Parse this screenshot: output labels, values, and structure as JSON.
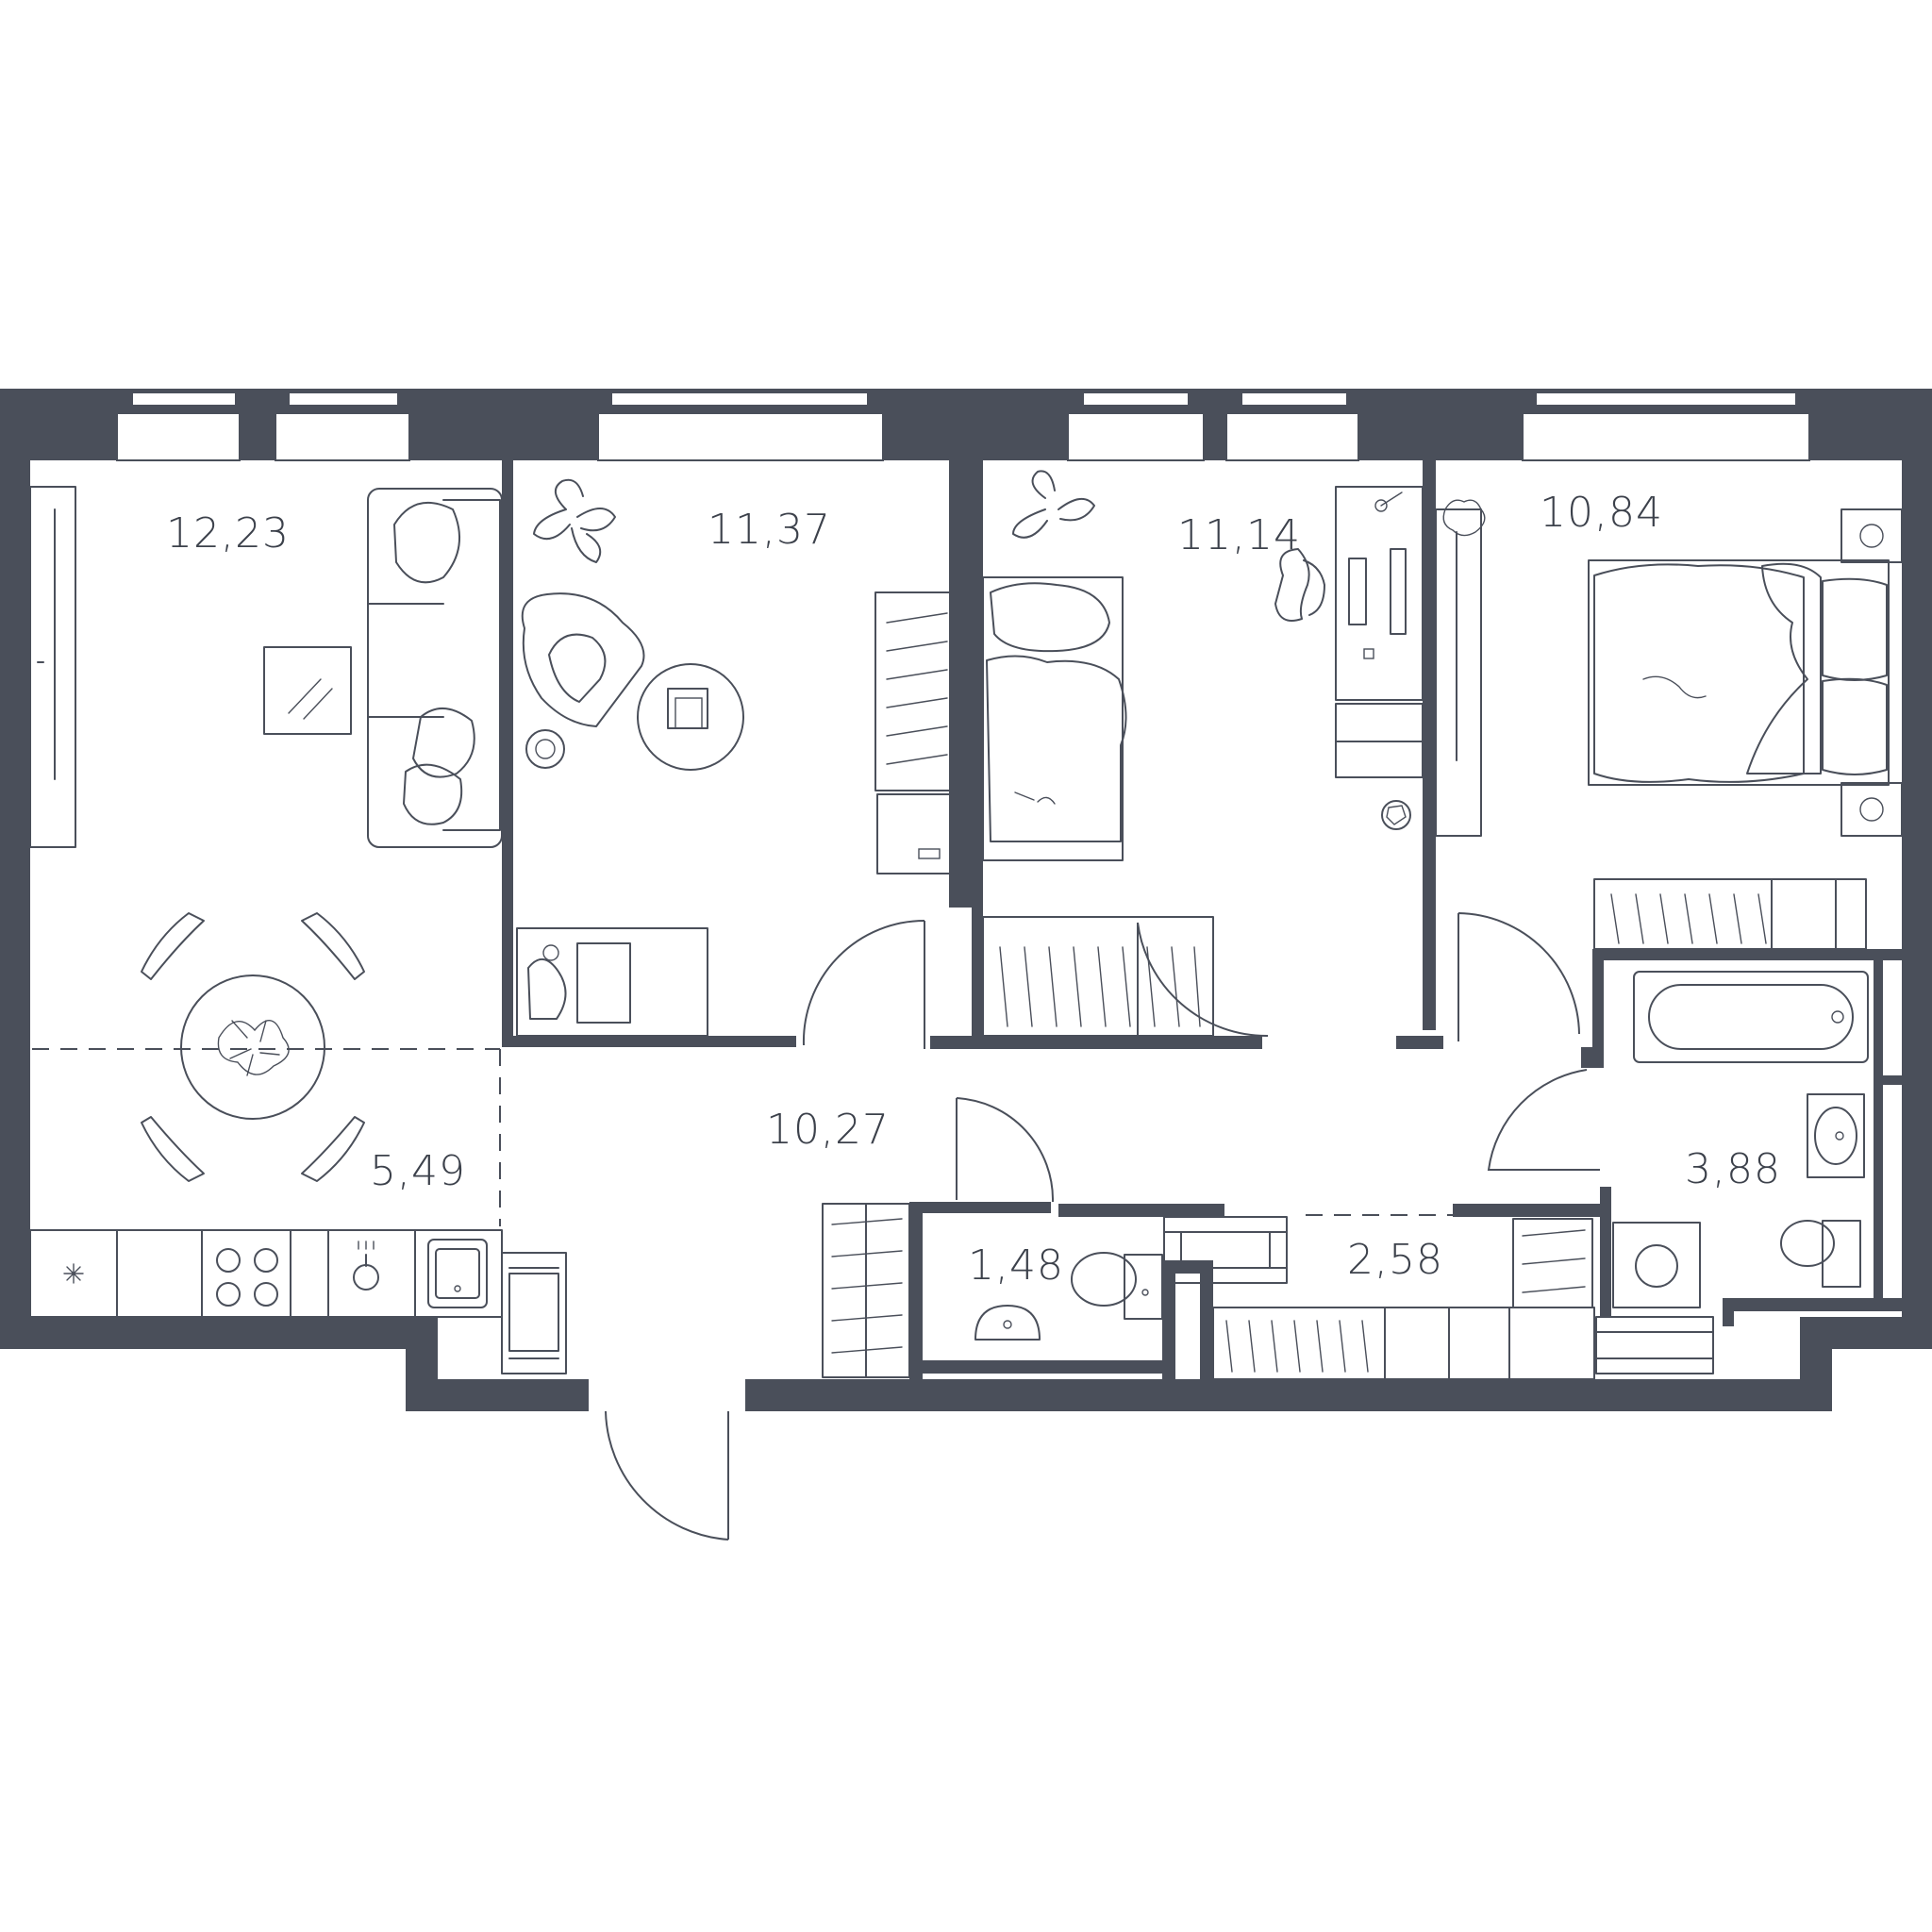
{
  "plan": {
    "rooms": [
      {
        "id": "living",
        "area": "12,23"
      },
      {
        "id": "bedroom-1",
        "area": "11,37"
      },
      {
        "id": "bedroom-2",
        "area": "11,14"
      },
      {
        "id": "bedroom-3",
        "area": "10,84"
      },
      {
        "id": "kitchen",
        "area": "5,49"
      },
      {
        "id": "hall",
        "area": "10,27"
      },
      {
        "id": "wc",
        "area": "1,48"
      },
      {
        "id": "storage",
        "area": "2,58"
      },
      {
        "id": "bathroom",
        "area": "3,88"
      }
    ],
    "colors": {
      "wall": "#4a4f5a",
      "background": "#ffffff"
    }
  }
}
